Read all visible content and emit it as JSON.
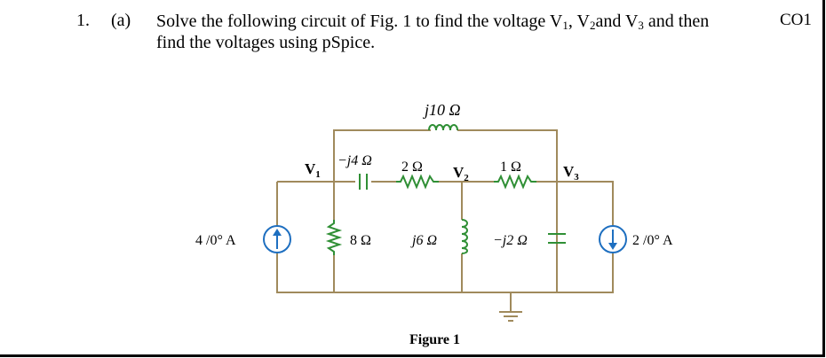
{
  "question": {
    "number": "1.",
    "part": "(a)",
    "line1_pre": "Solve the following circuit of Fig. 1 to find the voltage V",
    "line1_sub1": "1",
    "line1_mid1": ", V",
    "line1_sub2": "2",
    "line1_mid2": "and V",
    "line1_sub3": "3",
    "line1_post": " and then",
    "line2": "find the voltages using pSpice.",
    "course_outcome": "CO1"
  },
  "figure": {
    "caption": "Figure 1",
    "source_left": "4 /0° A",
    "source_right": "2 /0° A",
    "inductor_top": "j10 Ω",
    "capacitor_mid": "−j4 Ω",
    "resistor_2": "2 Ω",
    "resistor_1": "1 Ω",
    "resistor_8": "8 Ω",
    "inductor_j6": "j6 Ω",
    "capacitor_j2": "−j2 Ω",
    "node_v1": "V",
    "node_v1_sub": "1",
    "node_v2": "V",
    "node_v2_sub": "2",
    "node_v3": "V",
    "node_v3_sub": "3"
  },
  "colors": {
    "wire": "#a08a5c",
    "source": "#1e6fc0",
    "resistor": "#2f8f35",
    "text": "#000000"
  }
}
